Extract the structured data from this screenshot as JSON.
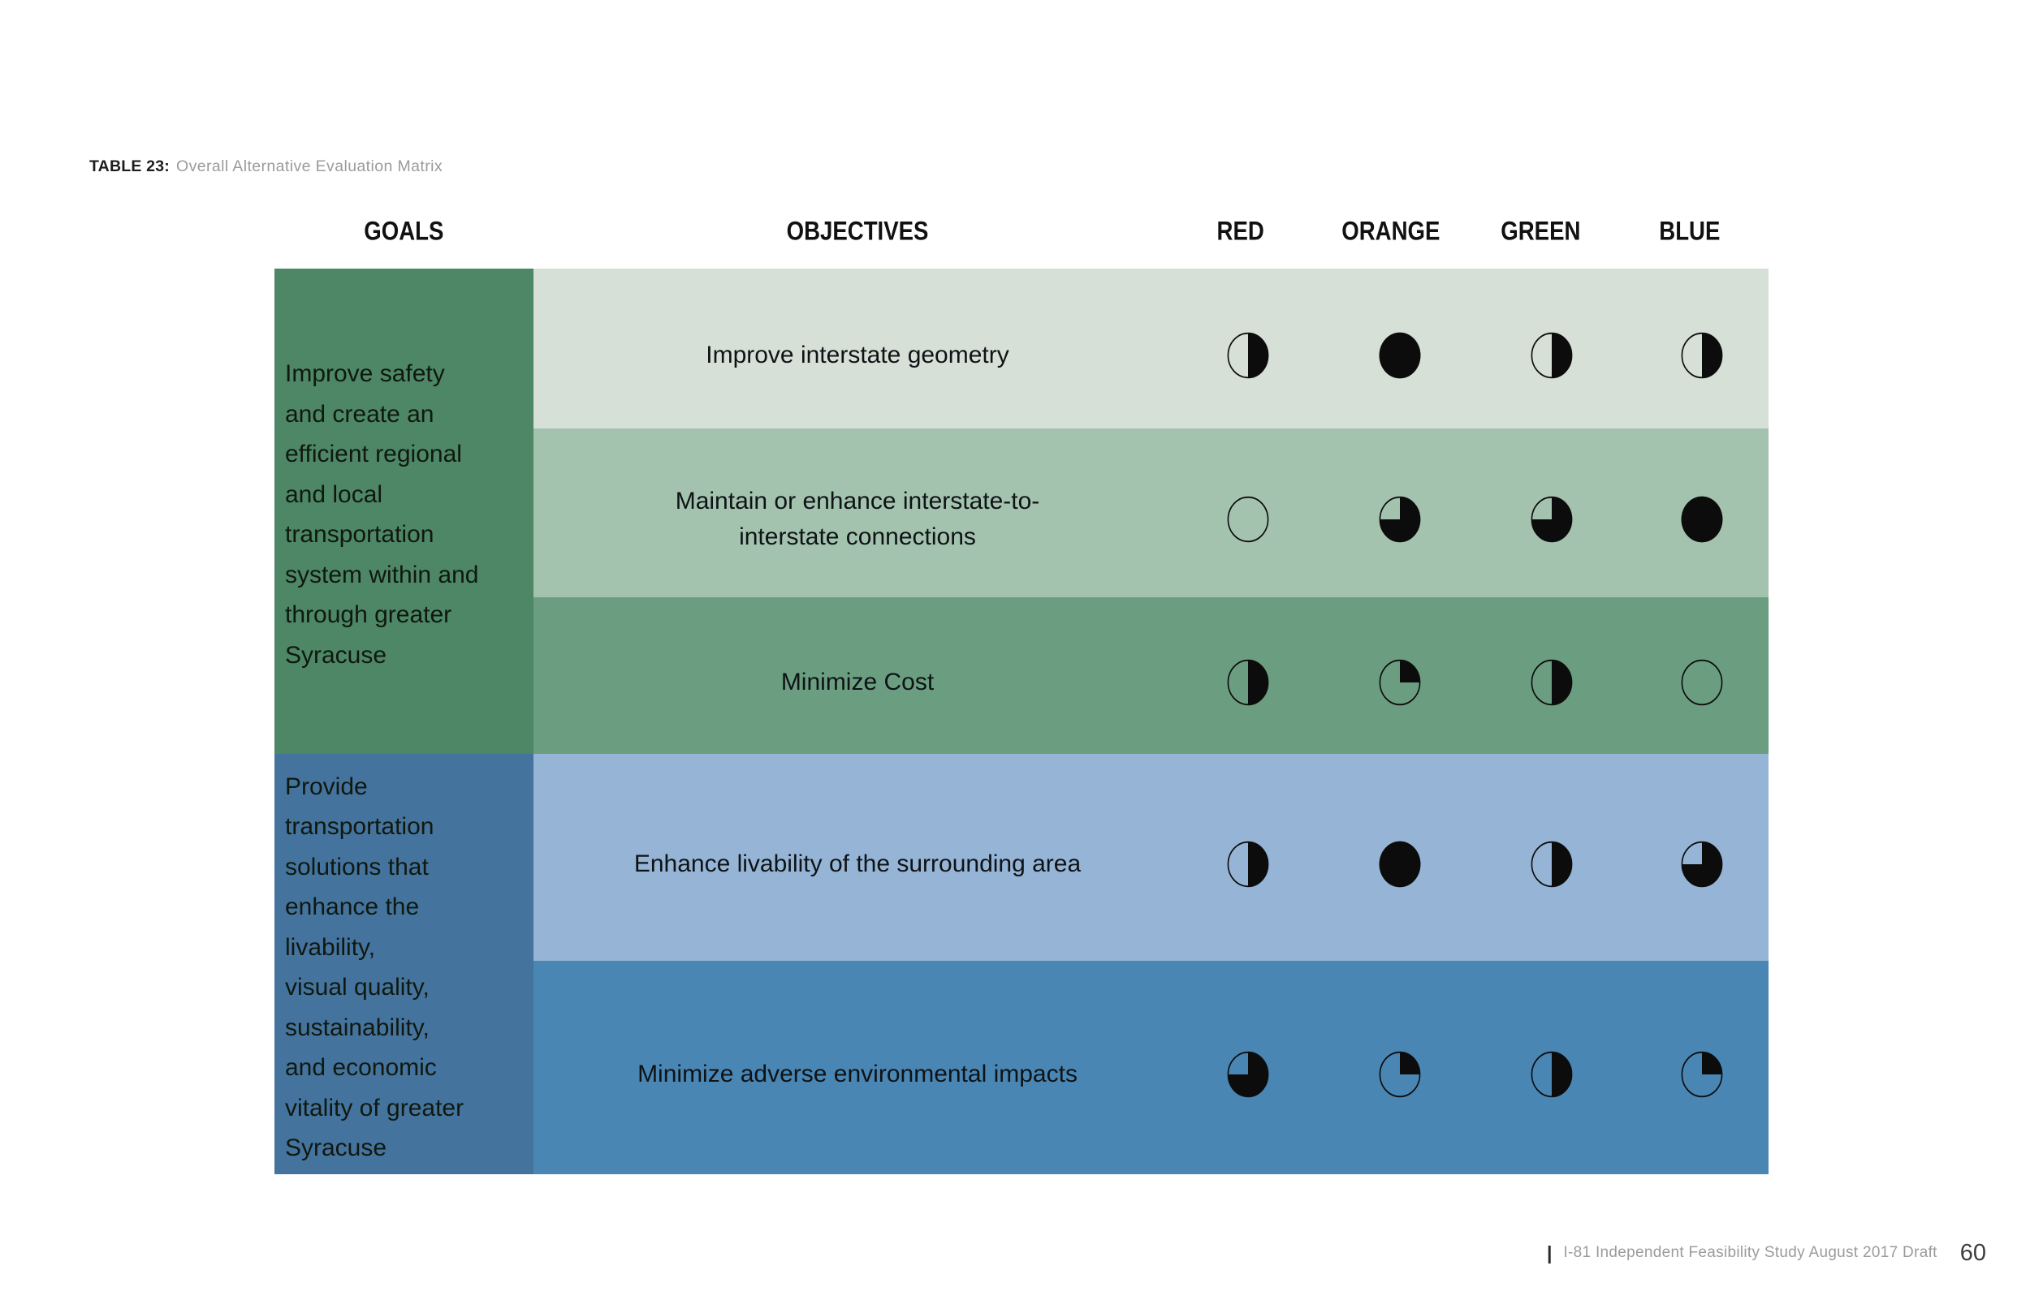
{
  "page_header": {
    "label": "TABLE 23:",
    "title": "Overall Alternative Evaluation Matrix"
  },
  "matrix": {
    "column_headers": {
      "goals": "GOALS",
      "objectives": "OBJECTIVES",
      "alternatives": [
        "RED",
        "ORANGE",
        "GREEN",
        "BLUE"
      ]
    },
    "goal_groups": [
      {
        "lines": [
          "Improve safety",
          "and create an",
          "efficient regional",
          "and local",
          "transportation",
          "system within and",
          "through greater",
          "Syracuse"
        ],
        "color": "#4d8766",
        "row_span": [
          0,
          2
        ]
      },
      {
        "lines": [
          "Provide",
          "transportation",
          "solutions that",
          "enhance the",
          "livability,",
          "visual quality,",
          "sustainability,",
          "and economic",
          "vitality of greater",
          "Syracuse"
        ],
        "color": "#44749e",
        "row_span": [
          3,
          4
        ]
      }
    ],
    "rows": [
      {
        "objective_lines": [
          "Improve interstate geometry"
        ],
        "band_color": "#d6e0d7",
        "ratings": [
          "half",
          "full",
          "half",
          "half"
        ]
      },
      {
        "objective_lines": [
          "Maintain or enhance interstate-to-",
          "interstate connections"
        ],
        "band_color": "#a4c3af",
        "ratings": [
          "empty",
          "three_quarter",
          "three_quarter",
          "full"
        ]
      },
      {
        "objective_lines": [
          "Minimize Cost"
        ],
        "band_color": "#6b9e80",
        "ratings": [
          "half",
          "quarter",
          "half",
          "empty"
        ]
      },
      {
        "objective_lines": [
          "Enhance livability of the surrounding area"
        ],
        "band_color": "#96b5d6",
        "ratings": [
          "half",
          "full",
          "half",
          "three_quarter"
        ]
      },
      {
        "objective_lines": [
          "Minimize adverse environmental impacts"
        ],
        "band_color": "#4a86b4",
        "ratings": [
          "three_quarter",
          "quarter",
          "half",
          "quarter"
        ]
      }
    ],
    "rating_scale": {
      "empty": 0,
      "quarter": 0.25,
      "half": 0.5,
      "three_quarter": 0.75,
      "full": 1
    }
  },
  "footer": {
    "separator": "|",
    "text": "I-81 Independent Feasibility Study August 2017 Draft",
    "page_number": "60"
  },
  "colors": {
    "ink": "#111111",
    "ball_fill": "#0c0c0c",
    "title_muted": "#9b9b9b",
    "goal_green": "#4d8766",
    "goal_blue": "#44749e"
  }
}
